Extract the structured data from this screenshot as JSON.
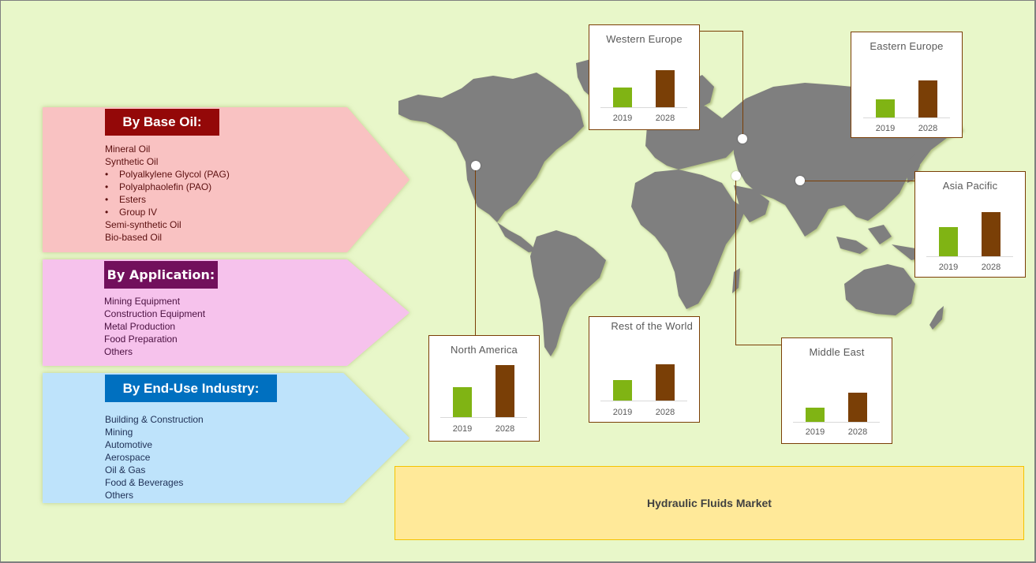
{
  "segments": {
    "base_oil": {
      "header": "By Base Oil:",
      "color": "#940808",
      "fill": "#f9c2c2",
      "items": [
        {
          "text": "Mineral Oil",
          "bullet": ""
        },
        {
          "text": "Synthetic Oil",
          "bullet": ""
        },
        {
          "text": "Polyalkylene Glycol (PAG)",
          "bullet": "•"
        },
        {
          "text": "Polyalphaolefin (PAO)",
          "bullet": "•"
        },
        {
          "text": "Esters",
          "bullet": "•"
        },
        {
          "text": "Group IV",
          "bullet": "•"
        },
        {
          "text": "Semi-synthetic Oil",
          "bullet": ""
        },
        {
          "text": "Bio-based Oil",
          "bullet": ""
        }
      ]
    },
    "application": {
      "header": "By Application:",
      "color": "#72105c",
      "fill": "#f6c2ec",
      "items": [
        "Mining Equipment",
        "Construction Equipment",
        "Metal Production",
        "Food Preparation",
        "Others"
      ]
    },
    "end_use": {
      "header": "By End-Use Industry:",
      "color": "#0070c0",
      "fill": "#bee3fb",
      "items": [
        "Building & Construction",
        "Mining",
        "Automotive",
        "Aerospace",
        "Oil & Gas",
        "Food & Beverages",
        "Others"
      ]
    }
  },
  "regions": [
    {
      "name": "Western Europe",
      "years": [
        "2019",
        "2028"
      ],
      "heights": [
        25,
        47
      ]
    },
    {
      "name": "Eastern Europe",
      "years": [
        "2019",
        "2028"
      ],
      "heights": [
        23,
        47
      ]
    },
    {
      "name": "Asia Pacific",
      "years": [
        "2019",
        "2028"
      ],
      "heights": [
        37,
        56
      ]
    },
    {
      "name": "North America",
      "years": [
        "2019",
        "2028"
      ],
      "heights": [
        38,
        66
      ]
    },
    {
      "name": "Rest of the World",
      "years": [
        "2019",
        "2028"
      ],
      "heights": [
        26,
        46
      ]
    },
    {
      "name": "Middle East",
      "years": [
        "2019",
        "2028"
      ],
      "heights": [
        18,
        37
      ]
    }
  ],
  "colors": {
    "bar_2019": "#80b414",
    "bar_2028": "#7a3f06",
    "connector": "#7a3e06",
    "background": "#e8f7c9",
    "map_land": "#7f7f7f"
  },
  "footer": {
    "title": "Hydraulic Fluids Market"
  },
  "chart_data": [
    {
      "type": "bar",
      "title": "Western Europe",
      "categories": [
        "2019",
        "2028"
      ],
      "values": [
        25,
        47
      ],
      "xlabel": "",
      "ylabel": "",
      "note": "relative bar heights (px), no axis values shown"
    },
    {
      "type": "bar",
      "title": "Eastern Europe",
      "categories": [
        "2019",
        "2028"
      ],
      "values": [
        23,
        47
      ],
      "xlabel": "",
      "ylabel": ""
    },
    {
      "type": "bar",
      "title": "Asia Pacific",
      "categories": [
        "2019",
        "2028"
      ],
      "values": [
        37,
        56
      ],
      "xlabel": "",
      "ylabel": ""
    },
    {
      "type": "bar",
      "title": "North America",
      "categories": [
        "2019",
        "2028"
      ],
      "values": [
        38,
        66
      ],
      "xlabel": "",
      "ylabel": ""
    },
    {
      "type": "bar",
      "title": "Rest of the World",
      "categories": [
        "2019",
        "2028"
      ],
      "values": [
        26,
        46
      ],
      "xlabel": "",
      "ylabel": ""
    },
    {
      "type": "bar",
      "title": "Middle East",
      "categories": [
        "2019",
        "2028"
      ],
      "values": [
        18,
        37
      ],
      "xlabel": "",
      "ylabel": ""
    }
  ]
}
